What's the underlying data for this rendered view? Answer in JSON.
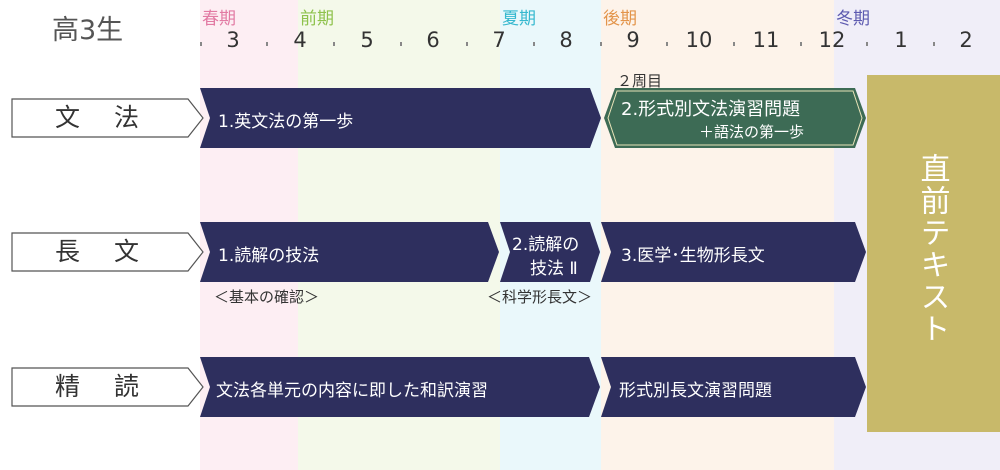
{
  "header": {
    "grade": "高3生",
    "seasons": [
      {
        "label": "春期",
        "color": "#e27aa3"
      },
      {
        "label": "前期",
        "color": "#8ec24c"
      },
      {
        "label": "夏期",
        "color": "#36b8cf"
      },
      {
        "label": "後期",
        "color": "#e3944a"
      },
      {
        "label": "冬期",
        "color": "#5d5ab0"
      }
    ],
    "months": [
      "3",
      "4",
      "5",
      "6",
      "7",
      "8",
      "9",
      "10",
      "11",
      "12",
      "1",
      "2"
    ]
  },
  "rows": {
    "grammar": {
      "label": "文法",
      "spring_course": "1.英文法の第一歩",
      "round_note": "２周目",
      "fall_course_line1": "2.形式別文法演習問題",
      "fall_course_line2": "＋語法の第一歩"
    },
    "reading": {
      "label": "長文",
      "course1": "1.読解の技法",
      "course1_note": "＜基本の確認＞",
      "course2_line1": "2.読解の",
      "course2_line2": "技法 Ⅱ",
      "course2_note": "＜科学形長文＞",
      "course3": "3.医学･生物形長文"
    },
    "intensive": {
      "label": "精読",
      "course1": "文法各単元の内容に即した和訳演習",
      "course2": "形式別長文演習問題"
    }
  },
  "final_block": "直前テキスト",
  "colors": {
    "bar": "#2e2f5e",
    "bar_green": "#3d6b55",
    "final": "#c8b96a",
    "spring_bg": "#fdeef3",
    "first_bg": "#f4f9ea",
    "summer_bg": "#eaf8fb",
    "fall_bg": "#fdf3ea",
    "winter_bg": "#f0eef8"
  }
}
